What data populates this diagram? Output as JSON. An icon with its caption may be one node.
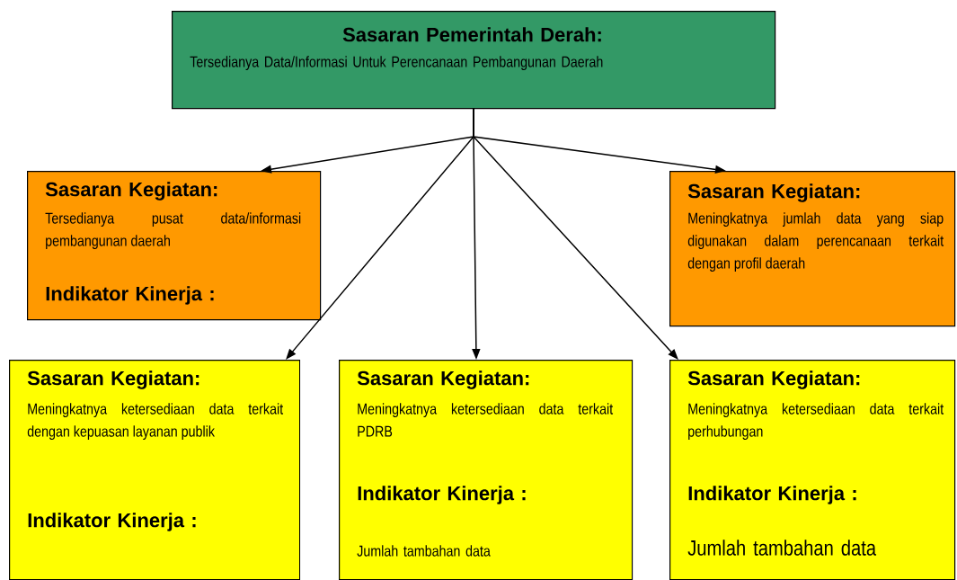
{
  "diagram": {
    "nodes": [
      {
        "text": [
          "Sasaran Pemerintah Derah:",
          "Tersedianya Data/Informasi Untuk Perencanaan Pembangunan Daerah"
        ]
      },
      {
        "text": [
          "Sasaran Kegiatan:",
          "Tersedianya pusat data/informasi pembangunan daerah",
          "Indikator Kinerja :"
        ]
      },
      {
        "text": [
          "Sasaran Kegiatan:",
          "Meningkatnya jumlah data yang siap digunakan dalam perencanaan terkait dengan profil daerah"
        ]
      },
      {
        "text": [
          "Sasaran Kegiatan:",
          "Meningkatnya ketersediaan data terkait dengan kepuasan layanan publik",
          "Indikator Kinerja :"
        ]
      },
      {
        "text": [
          "Sasaran Kegiatan:",
          "Meningkatnya ketersediaan data terkait PDRB",
          "Indikator Kinerja :",
          "Jumlah tambahan data"
        ]
      },
      {
        "text": [
          "Sasaran Kegiatan:",
          "Meningkatnya ketersediaan data terkait perhubungan",
          "Indikator Kinerja :",
          "Jumlah tambahan data"
        ]
      }
    ],
    "edges": [
      {
        "from": 0,
        "to": 1,
        "arrow": "to"
      },
      {
        "from": 0,
        "to": 2,
        "arrow": "to"
      },
      {
        "from": 0,
        "to": 3,
        "arrow": "to"
      },
      {
        "from": 0,
        "to": 4,
        "arrow": "to"
      },
      {
        "from": 0,
        "to": 5,
        "arrow": "to"
      }
    ]
  }
}
